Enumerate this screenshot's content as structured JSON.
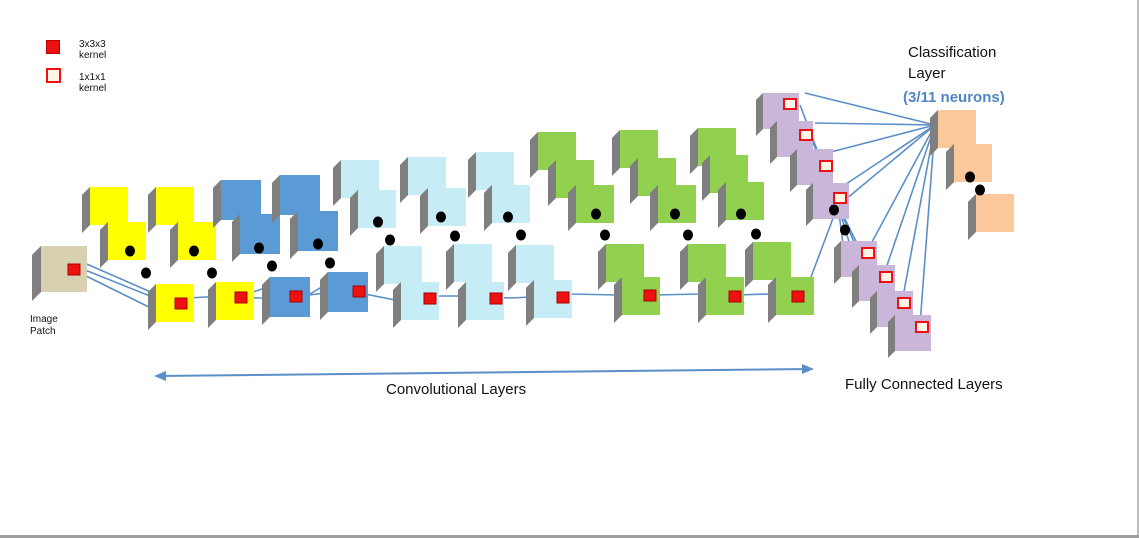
{
  "legend": {
    "kernel_3x3x3": "3x3x3\nkernel",
    "kernel_1x1x1": "1x1x1\nkernel"
  },
  "labels": {
    "image_patch": "Image\nPatch",
    "convolutional_layers": "Convolutional Layers",
    "fully_connected_layers": "Fully Connected Layers",
    "classification_layer": "Classification\nLayer",
    "neurons": "(3/11 neurons)"
  },
  "colors": {
    "image_patch": "#d8d1b1",
    "yellow_block": "#ffff00",
    "blue_block": "#5b9bd5",
    "light_blue_block": "#c6ecf5",
    "green_block": "#92d050",
    "purple_block": "#c9b6d8",
    "peach_block": "#fbc89c",
    "kernel_red": "#ee1111",
    "kernel_white": "#fff5e6",
    "connection_line": "#5b8fc7",
    "neurons_text": "#4f86c6"
  }
}
